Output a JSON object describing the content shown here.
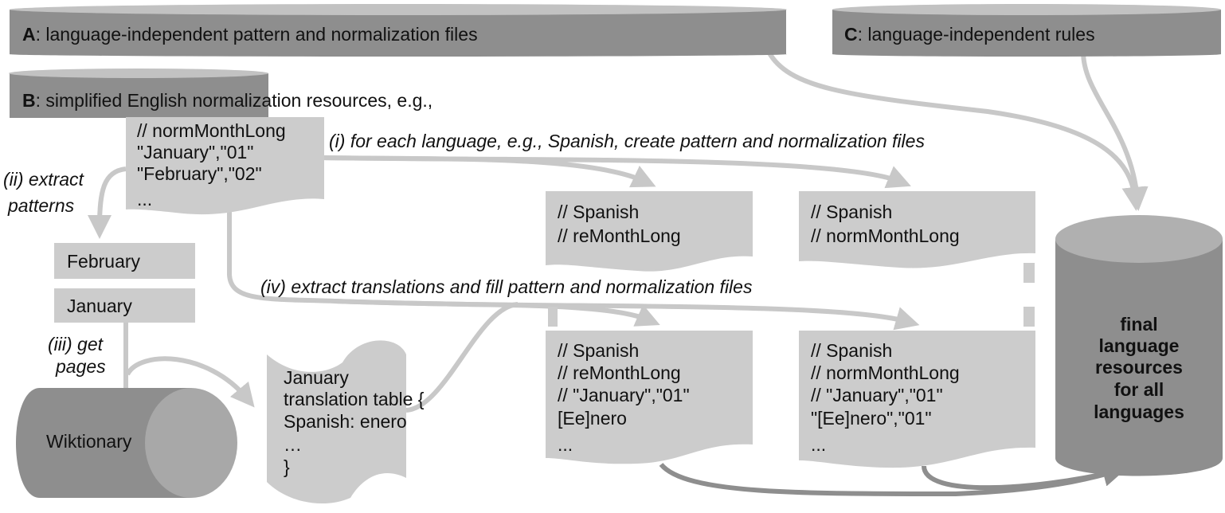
{
  "colors": {
    "dark": "#8e8e8e",
    "light": "#cccccc",
    "text": "#111111"
  },
  "A": {
    "key": "A",
    "label": ": language-independent pattern and normalization files"
  },
  "B": {
    "key": "B",
    "label": ": simplified English normalization resources, e.g.,"
  },
  "C": {
    "key": "C",
    "label": ": language-independent rules"
  },
  "english_doc": [
    "// normMonthLong",
    "\"January\",\"01\"",
    "\"February\",\"02\"",
    "..."
  ],
  "steps": {
    "i": "(i) for each language, e.g., Spanish, create pattern and normalization files",
    "ii": [
      "(ii) extract",
      "patterns"
    ],
    "iii": [
      "(iii) get",
      "pages"
    ],
    "iv": "(iv) extract translations and fill pattern and normalization files"
  },
  "patterns": [
    "February",
    "January"
  ],
  "wiktionary": "Wiktionary",
  "translation_table": [
    "January",
    "translation table {",
    "Spanish: enero",
    "…",
    "}"
  ],
  "docs_empty": [
    [
      "// Spanish",
      "// reMonthLong"
    ],
    [
      "// Spanish",
      "// normMonthLong"
    ]
  ],
  "docs_filled": [
    [
      "// Spanish",
      "// reMonthLong",
      "// \"January\",\"01\"",
      "[Ee]nero",
      "..."
    ],
    [
      "// Spanish",
      "// normMonthLong",
      "// \"January\",\"01\"",
      "\"[Ee]nero\",\"01\"",
      "..."
    ]
  ],
  "final": [
    "final",
    "language",
    "resources",
    "for all",
    "languages"
  ]
}
